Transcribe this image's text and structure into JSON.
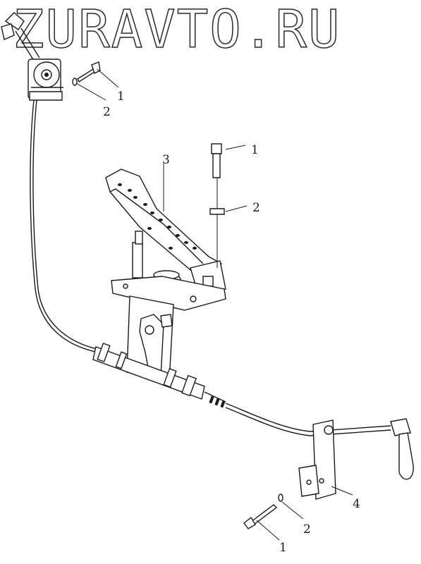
{
  "watermark": "ZURAVTO.RU",
  "callouts": {
    "top_bolt": "1",
    "top_washer": "2",
    "pedal": "3",
    "pedal_bolt": "1",
    "pedal_washer": "2",
    "bracket": "4",
    "bottom_washer": "2",
    "bottom_bolt": "1"
  }
}
